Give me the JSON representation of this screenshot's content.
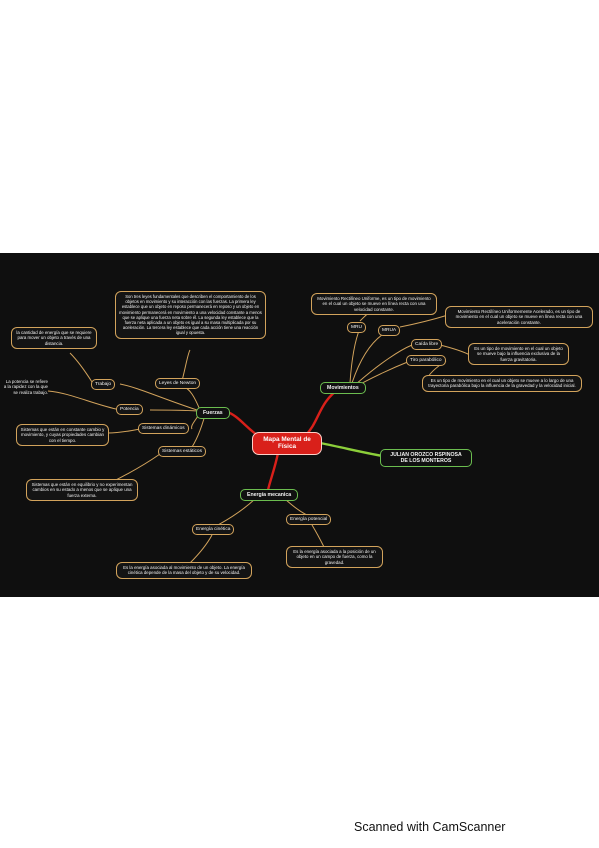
{
  "root": {
    "title": "Mapa Mental de Física"
  },
  "author": {
    "name": "JULIAN OROZCO RSPINOSA DE LOS MONTEROS"
  },
  "branches": {
    "fuerzas": {
      "label": "Fuerzas",
      "leyes_newton": {
        "label": "Leyes de Newton",
        "description": "Son tres leyes fundamentales que describen el comportamiento de los objetos en movimiento y su interacción con las fuerzas. La primera ley establece que un objeto en reposo permanecerá en reposo y un objeto en movimiento permanecerá en movimiento a una velocidad constante a menos que se aplique una fuerza neta sobre él. La segunda ley establece que la fuerza neta aplicada a un objeto es igual a su masa multiplicada por su aceleración. La tercera ley establece que cada acción tiene una reacción igual y opuesta."
      },
      "trabajo": {
        "label": "Trabajo",
        "description": "la cantidad de energía que se requiere para mover un objeto a través de una distancia."
      },
      "potencia": {
        "label": "Potencia",
        "description": "La potencia se refiere a la rapidez con la que se realiza trabajo."
      },
      "sistemas_dinamicos": {
        "label": "Sistemas dinámicos",
        "description": "Sistemas que están en constante cambio y movimiento, y cuyas propiedades cambian con el tiempo."
      },
      "sistemas_estaticos": {
        "label": "Sistemas estáticos",
        "description": "Sistemas que están en equilibrio y no experimentan cambios en su estado a menos que se aplique una fuerza externa."
      }
    },
    "movimientos": {
      "label": "Movimientos",
      "mru": {
        "label": "MRU",
        "description": "Movimiento Rectilíneo Uniforme, es un tipo de movimiento en el cual un objeto se mueve en línea recta con una velocidad constante."
      },
      "mrua": {
        "label": "MRUA",
        "description": "Movimiento Rectilíneo Uniformemente Acelerado, es un tipo de movimiento en el cual un objeto se mueve en línea recta con una aceleración constante."
      },
      "caida_libre": {
        "label": "Caída libre",
        "description": "Es un tipo de movimiento en el cual un objeto se mueve bajo la influencia exclusiva de la fuerza gravitatoria."
      },
      "tiro_parabolico": {
        "label": "Tiro parabólico",
        "description": "Es un tipo de movimiento en el cual un objeto se mueve a lo largo de una trayectoria parabólica bajo la influencia de la gravedad y la velocidad inicial."
      }
    },
    "energia": {
      "label": "Energía mecanica",
      "cinetica": {
        "label": "Energía cinética",
        "description": "Es la energía asociada al movimiento de un objeto. La energía cinética depende de la masa del objeto y de su velocidad."
      },
      "potencial": {
        "label": "Energía potencial",
        "description": "Es la energía asociada a la posición de un objeto en un campo de fuerza, como la gravedad."
      }
    }
  },
  "colors": {
    "background": "#0f0f0f",
    "root_fill": "#d9201a",
    "main_border": "#6bbd4f",
    "sub_border": "#d2a35c",
    "link_main": "#d9201a",
    "link_author": "#8ccf3a",
    "link_sub": "#d2a35c"
  },
  "watermark": "Scanned with CamScanner"
}
